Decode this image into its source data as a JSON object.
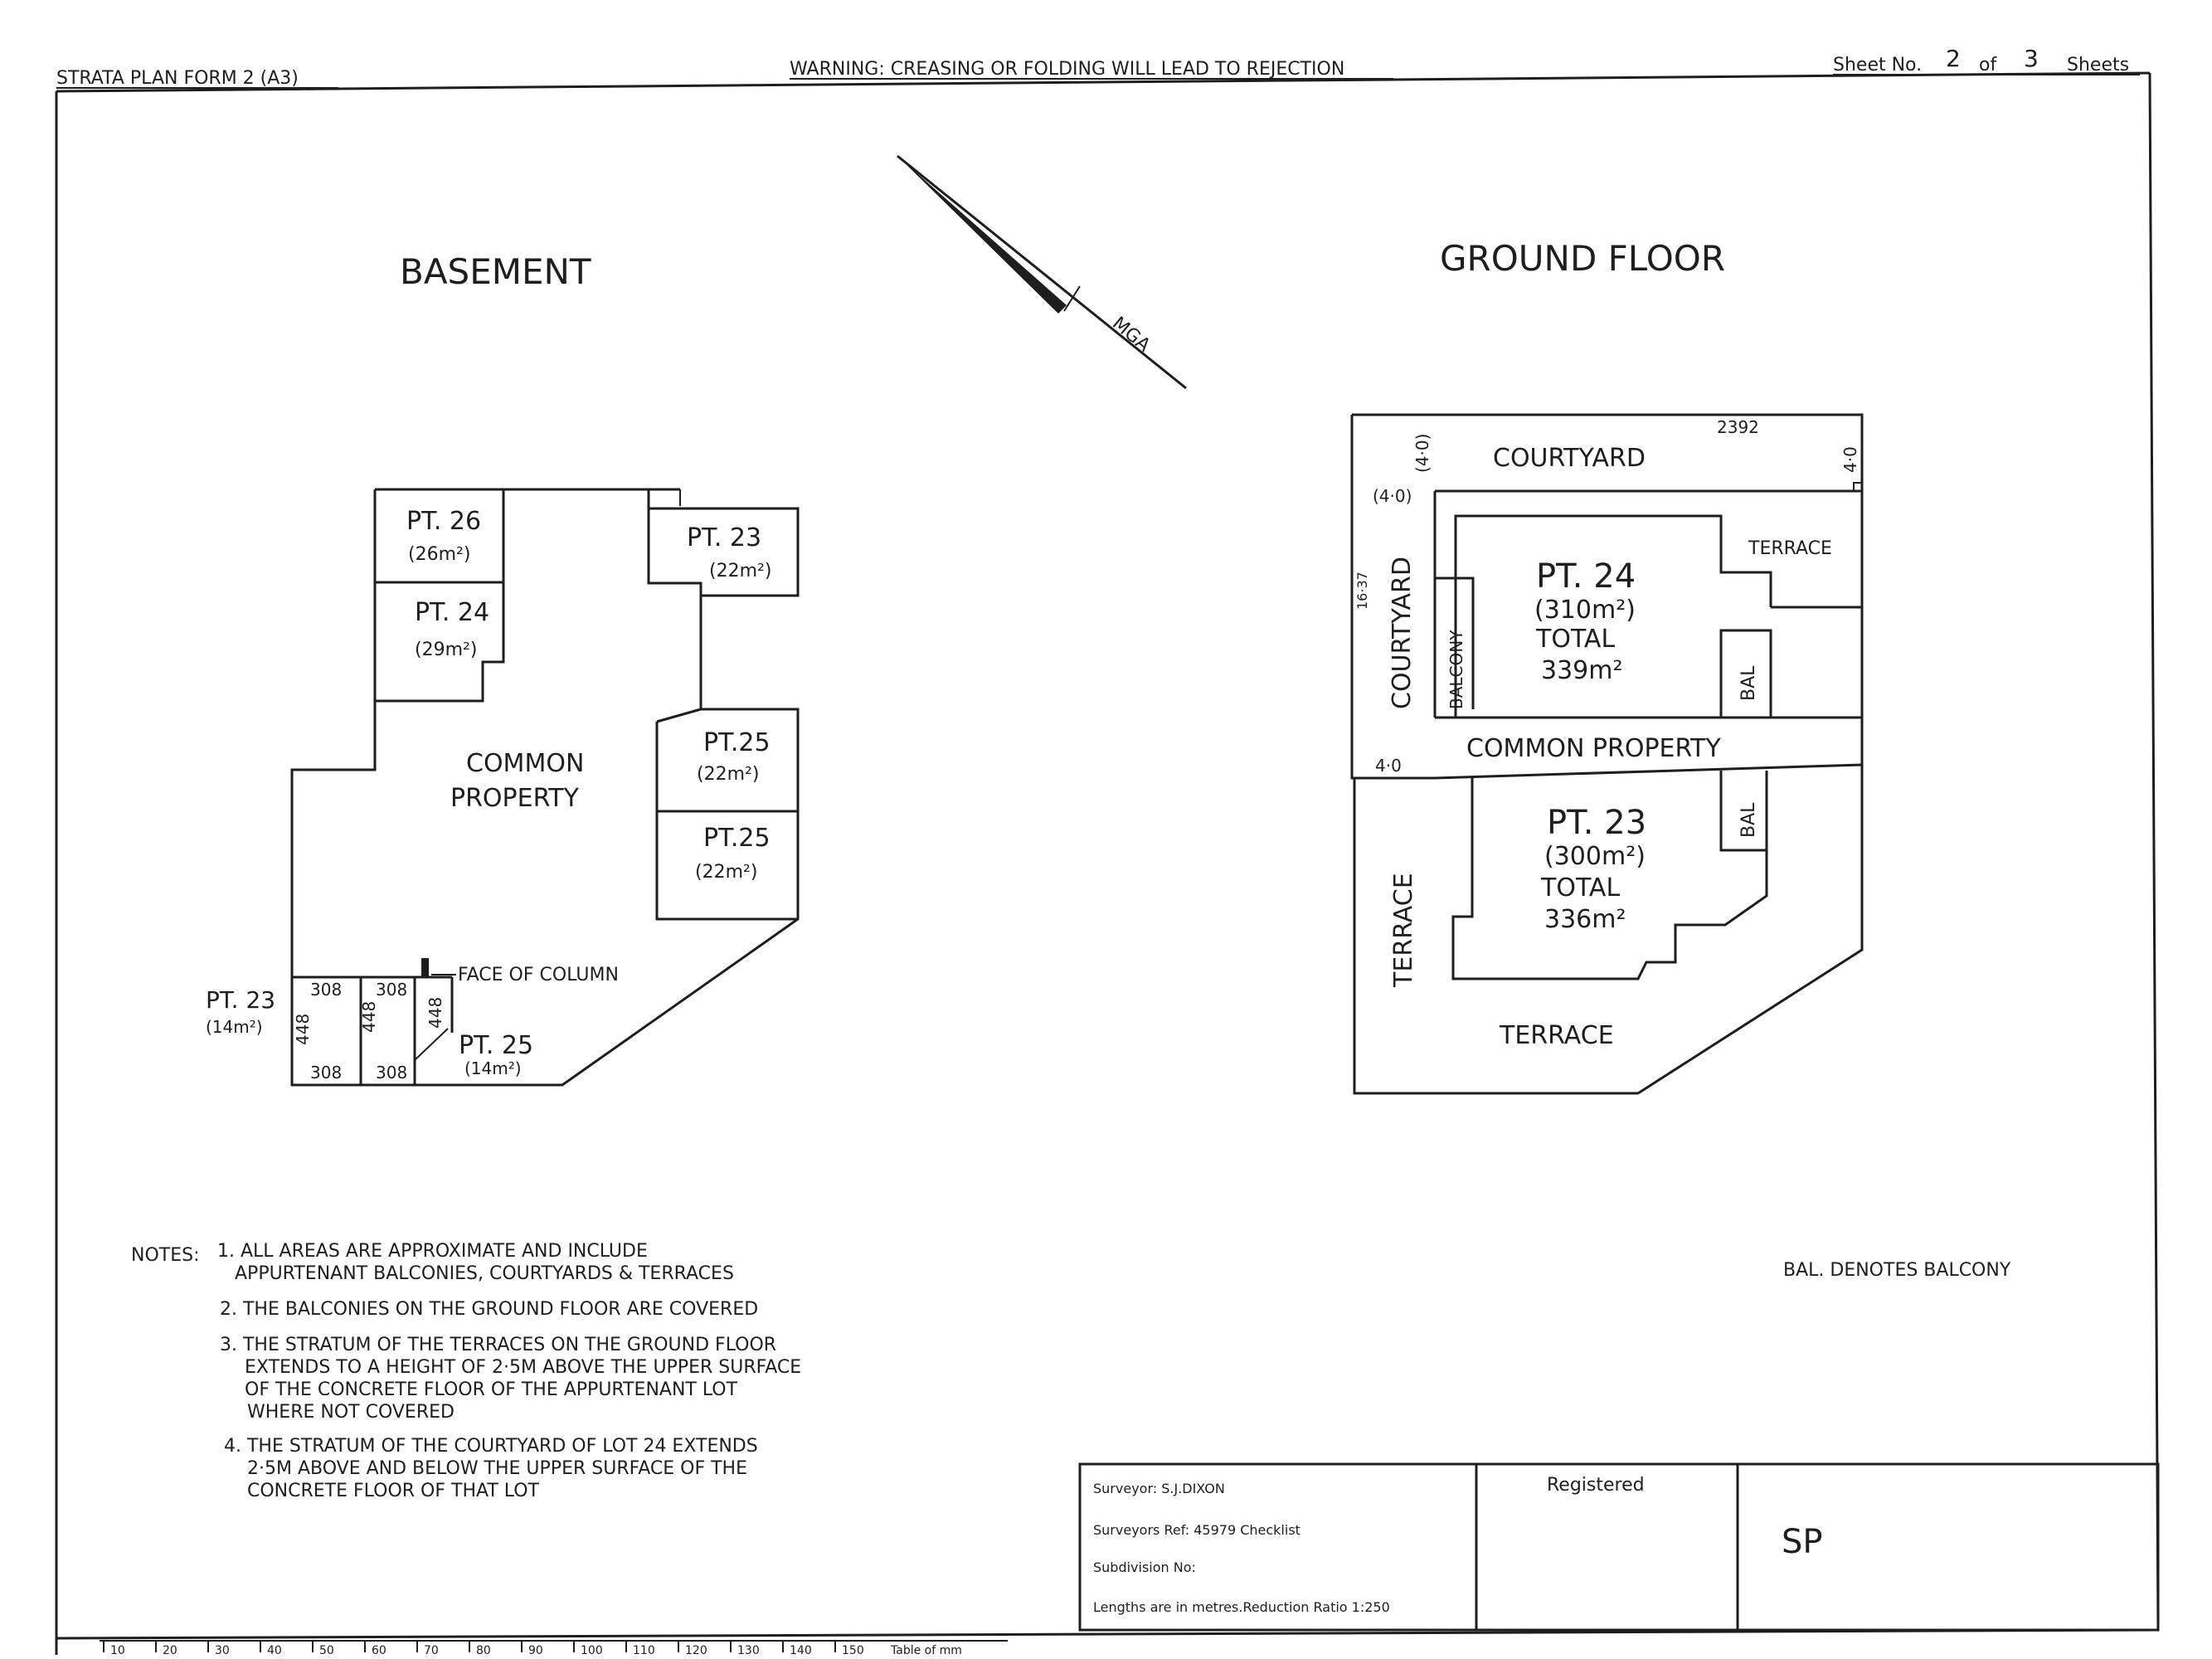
{
  "header": {
    "form_title": "STRATA PLAN FORM 2 (A3)",
    "warning": "WARNING: CREASING OR FOLDING WILL LEAD TO REJECTION",
    "sheet_word": "Sheet No.",
    "sheet_no": "2",
    "of_word": "of",
    "sheet_total": "3",
    "sheets_word": "Sheets"
  },
  "north": {
    "label": "MGA"
  },
  "basement": {
    "title": "BASEMENT",
    "pt26": {
      "label": "PT. 26",
      "area": "(26m²)"
    },
    "pt24": {
      "label": "PT. 24",
      "area": "(29m²)"
    },
    "pt23_top": {
      "label": "PT. 23",
      "area": "(22m²)"
    },
    "pt25_a": {
      "label": "PT.25",
      "area": "(22m²)"
    },
    "pt25_b": {
      "label": "PT.25",
      "area": "(22m²)"
    },
    "common_1": "COMMON",
    "common_2": "PROPERTY",
    "pt23_small": {
      "label": "PT. 23",
      "area": "(14m²)"
    },
    "pt25_small": {
      "label": "PT. 25",
      "area": "(14m²)"
    },
    "dim_308": "308",
    "dim_448": "448",
    "face_column": "FACE OF COLUMN"
  },
  "ground": {
    "title": "GROUND   FLOOR",
    "courtyard_top": "COURTYARD",
    "courtyard_left": "COURTYARD",
    "dim_2392": "2392",
    "dim_40": "4·0",
    "dim_40_paren": "(4·0)",
    "dim_1637": "16·37",
    "terrace_right": "TERRACE",
    "pt24": {
      "label": "PT. 24",
      "area": "(310m²)",
      "total": "TOTAL",
      "total_area": "339m²"
    },
    "balcony": "BALCONY",
    "bal": "BAL",
    "common": "COMMON    PROPERTY",
    "pt23": {
      "label": "PT. 23",
      "area": "(300m²)",
      "total": "TOTAL",
      "total_area": "336m²"
    },
    "terrace_left": "TERRACE",
    "terrace_bottom": "TERRACE",
    "bal_note": "BAL. DENOTES BALCONY"
  },
  "notes": {
    "heading": "NOTES:",
    "n1a": "1. ALL AREAS  ARE  APPROXIMATE  AND INCLUDE",
    "n1b": "APPURTENANT BALCONIES, COURTYARDS & TERRACES",
    "n2": "2. THE BALCONIES ON THE GROUND FLOOR ARE COVERED",
    "n3a": "3. THE STRATUM OF THE TERRACES ON THE  GROUND FLOOR",
    "n3b": "EXTENDS TO A HEIGHT OF 2·5M ABOVE THE UPPER SURFACE",
    "n3c": "OF THE CONCRETE FLOOR OF THE APPURTENANT LOT",
    "n3d": "WHERE NOT COVERED",
    "n4a": "4. THE STRATUM OF THE COURTYARD OF LOT 24 EXTENDS",
    "n4b": "2·5M ABOVE AND BELOW THE UPPER SURFACE OF THE",
    "n4c": "CONCRETE FLOOR OF THAT LOT"
  },
  "title_block": {
    "surveyor": "Surveyor: S.J.DIXON",
    "ref": "Surveyors Ref: 45979  Checklist",
    "subdivision": "Subdivision No:",
    "lengths": "Lengths are in metres.Reduction Ratio 1:250",
    "registered": "Registered",
    "plan_prefix": "SP"
  },
  "scale_bar": {
    "ticks": [
      "10",
      "20",
      "30",
      "40",
      "50",
      "60",
      "70",
      "80",
      "90",
      "100",
      "110",
      "120",
      "130",
      "140",
      "150"
    ],
    "end_label": "Table of mm"
  }
}
